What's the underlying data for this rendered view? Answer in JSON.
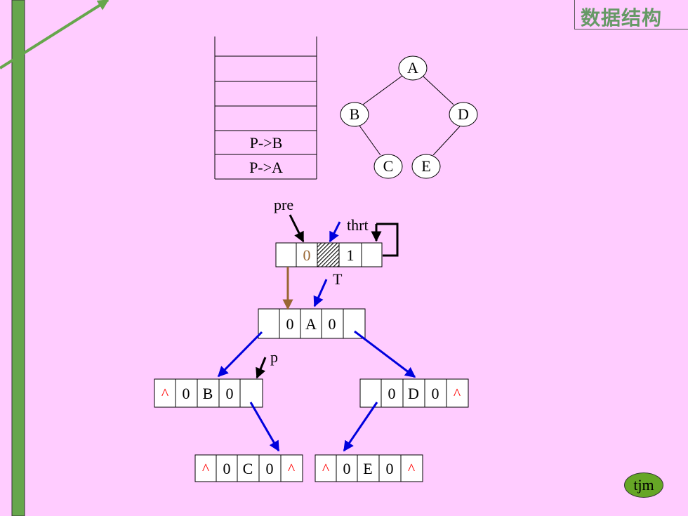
{
  "header": {
    "title": "数据结构"
  },
  "badge": {
    "text": "tjm"
  },
  "stack": {
    "items": [
      "P->B",
      "P->A"
    ]
  },
  "tree": {
    "A": "A",
    "B": "B",
    "C": "C",
    "D": "D",
    "E": "E"
  },
  "labels": {
    "pre": "pre",
    "thrt": "thrt",
    "T": "T",
    "p": "p"
  },
  "head_node": {
    "ltag": "0",
    "rtag": "1"
  },
  "node_a": {
    "ltag": "0",
    "data": "A",
    "rtag": "0"
  },
  "node_b": {
    "lnull": "^",
    "ltag": "0",
    "data": "B",
    "rtag": "0"
  },
  "node_d": {
    "ltag": "0",
    "data": "D",
    "rtag": "0",
    "rnull": "^"
  },
  "node_c": {
    "lnull": "^",
    "ltag": "0",
    "data": "C",
    "rtag": "0",
    "rnull": "^"
  },
  "node_e": {
    "lnull": "^",
    "ltag": "0",
    "data": "E",
    "rtag": "0",
    "rnull": "^"
  },
  "colors": {
    "background": "#ffccff",
    "green_bar": "#66a64c",
    "arrow_blue": "#0000dd",
    "arrow_brown": "#996633",
    "caret_red": "#ff0000"
  }
}
